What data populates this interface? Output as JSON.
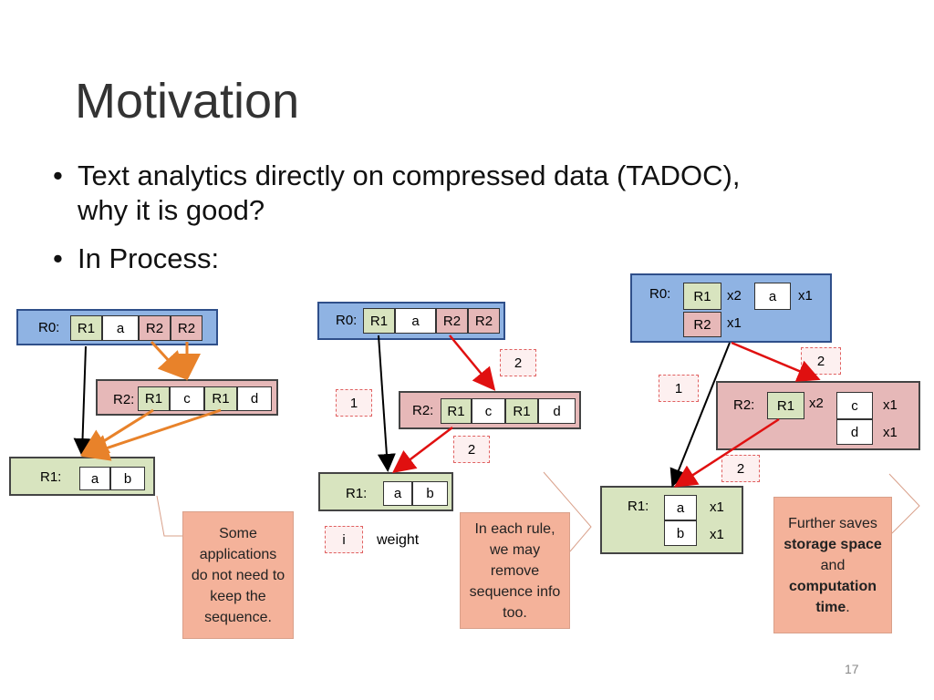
{
  "slide": {
    "title": "Motivation",
    "bullets": [
      {
        "line1": "Text analytics directly on compressed data (TADOC),",
        "line2": "why it is good?"
      },
      {
        "line1": "In Process:"
      }
    ],
    "page_number": "17"
  },
  "diagram1": {
    "r0": {
      "label": "R0:",
      "cells": [
        "R1",
        "a",
        "R2",
        "R2"
      ]
    },
    "r2": {
      "label": "R2:",
      "cells": [
        "R1",
        "c",
        "R1",
        "d"
      ]
    },
    "r1": {
      "label": "R1:",
      "cells": [
        "a",
        "b"
      ]
    },
    "note": "Some applications do not need to keep the sequence."
  },
  "diagram2": {
    "r0": {
      "label": "R0:",
      "cells": [
        "R1",
        "a",
        "R2",
        "R2"
      ]
    },
    "r2": {
      "label": "R2:",
      "cells": [
        "R1",
        "c",
        "R1",
        "d"
      ]
    },
    "r1": {
      "label": "R1:",
      "cells": [
        "a",
        "b"
      ]
    },
    "weights": [
      "1",
      "2",
      "2"
    ],
    "legend": {
      "symbol": "i",
      "label": "weight"
    },
    "note": "In each rule, we may remove sequence info too."
  },
  "diagram3": {
    "r0": {
      "label": "R0:",
      "cells": [
        [
          "R1",
          "x2"
        ],
        [
          "a",
          "x1"
        ],
        [
          "R2",
          "x1"
        ]
      ]
    },
    "r2": {
      "label": "R2:",
      "cells": [
        [
          "R1",
          "x2"
        ],
        [
          "c",
          "x1"
        ],
        [
          "d",
          "x1"
        ]
      ]
    },
    "r1": {
      "label": "R1:",
      "cells": [
        [
          "a",
          "x1"
        ],
        [
          "b",
          "x1"
        ]
      ]
    },
    "weights": [
      "1",
      "2",
      "2"
    ],
    "note": {
      "p1": "Further saves",
      "b1": "storage space",
      "p2": "and",
      "b2": "computation",
      "b3": "time",
      "p3": "."
    }
  },
  "colors": {
    "blue_rule": "#8fb3e3",
    "pink_rule": "#e6b8b8",
    "green_rule": "#d8e4bf",
    "arrow_red": "#e01010",
    "arrow_orange": "#e8822a",
    "note_fill": "#f4b29a"
  }
}
